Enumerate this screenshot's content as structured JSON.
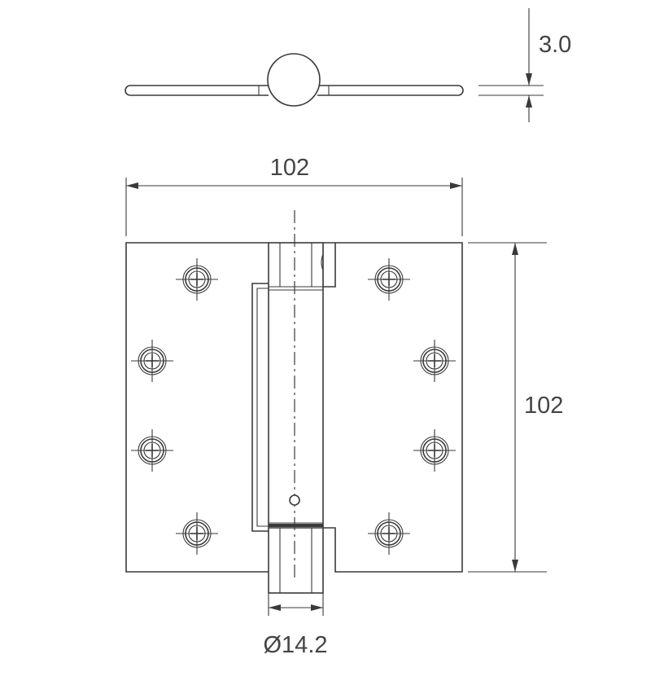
{
  "dimensions": {
    "thickness": "3.0",
    "width": "102",
    "height": "102",
    "knuckle_diameter": "Ø14.2"
  },
  "screw_holes": {
    "count_per_leaf": 4,
    "total": 8
  }
}
